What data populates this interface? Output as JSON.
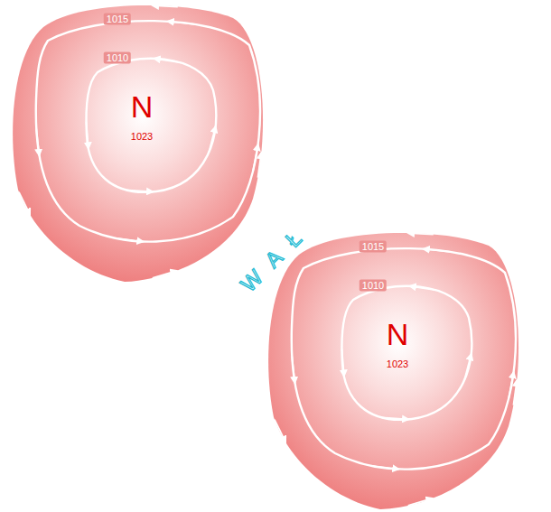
{
  "diagram": {
    "nodes": [
      {
        "text": [
          "1015",
          "1010",
          "N",
          "1023"
        ]
      },
      {
        "text": [
          "1015",
          "1010",
          "N",
          "1023"
        ]
      }
    ],
    "labels": [
      "WAŁ"
    ]
  }
}
